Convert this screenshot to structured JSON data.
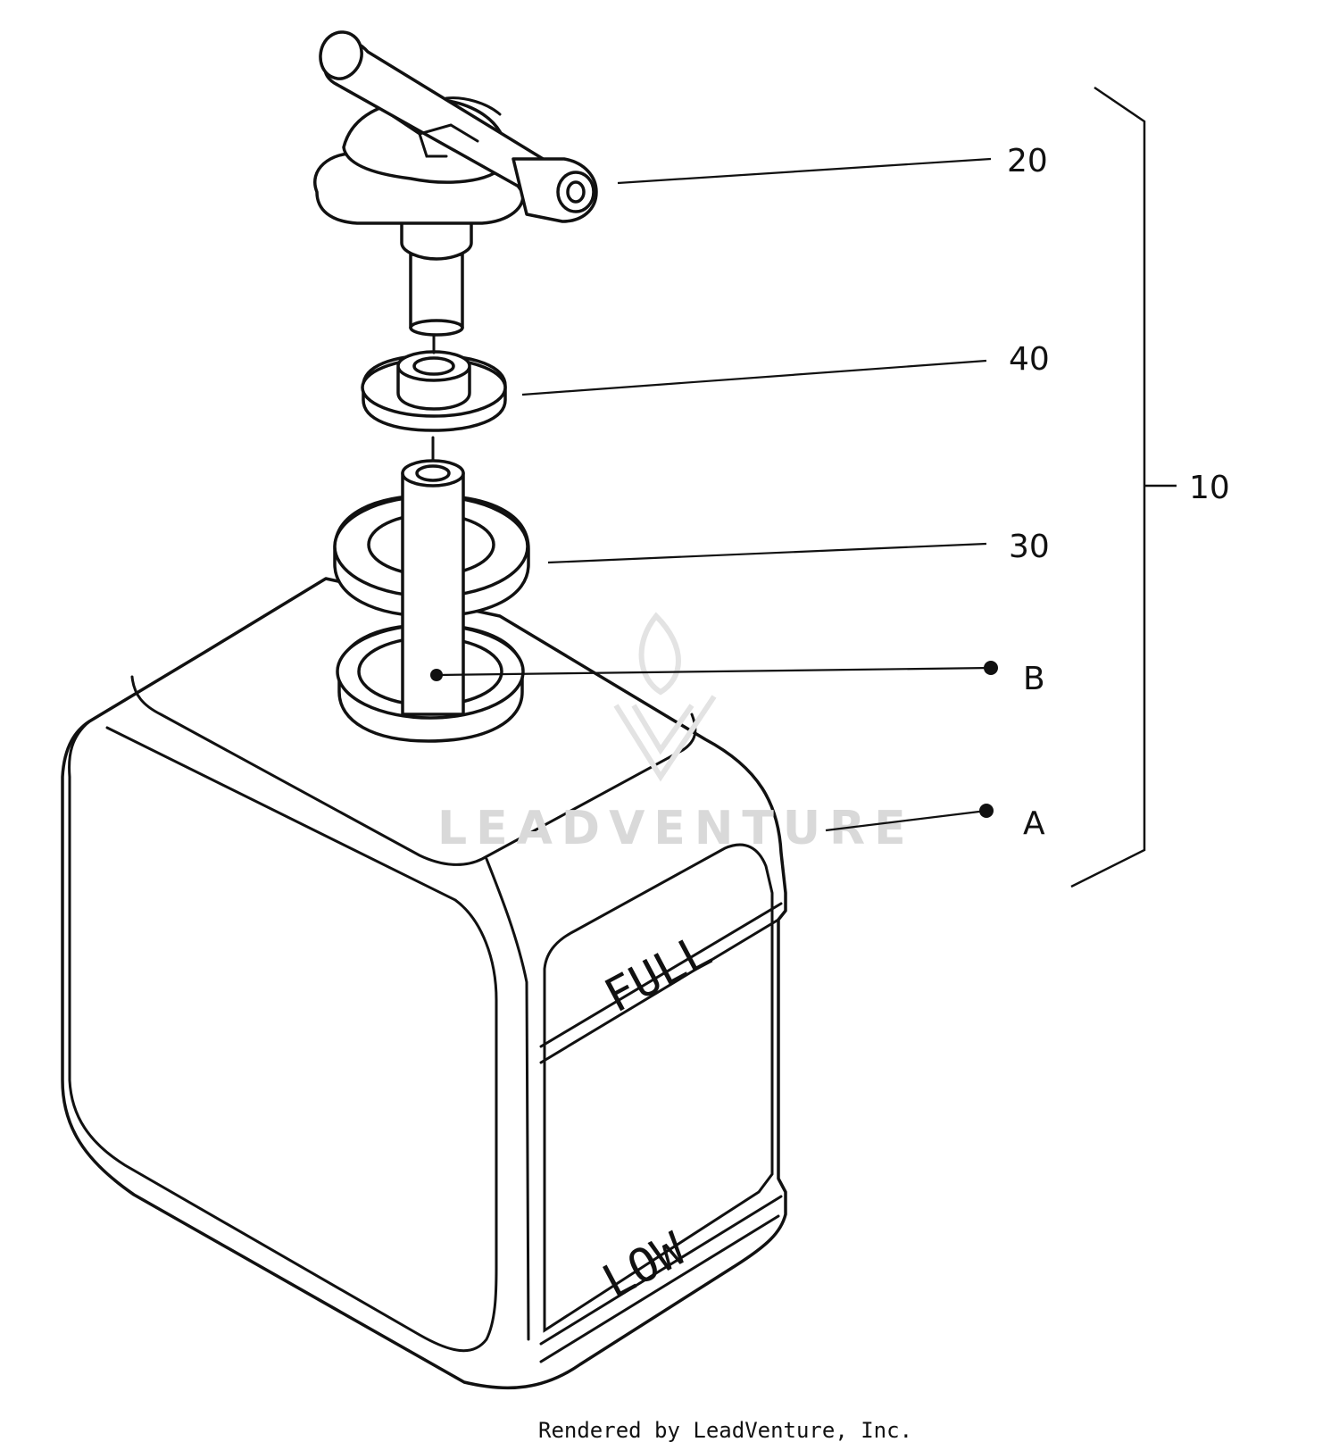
{
  "callouts": {
    "c20": "20",
    "c40": "40",
    "c30": "30",
    "cB": "B",
    "cA": "A",
    "c10": "10"
  },
  "tank_marks": {
    "full": "FULL",
    "low": "LOW"
  },
  "watermark_text": "LEADVENTURE",
  "credit": "Rendered by LeadVenture, Inc."
}
